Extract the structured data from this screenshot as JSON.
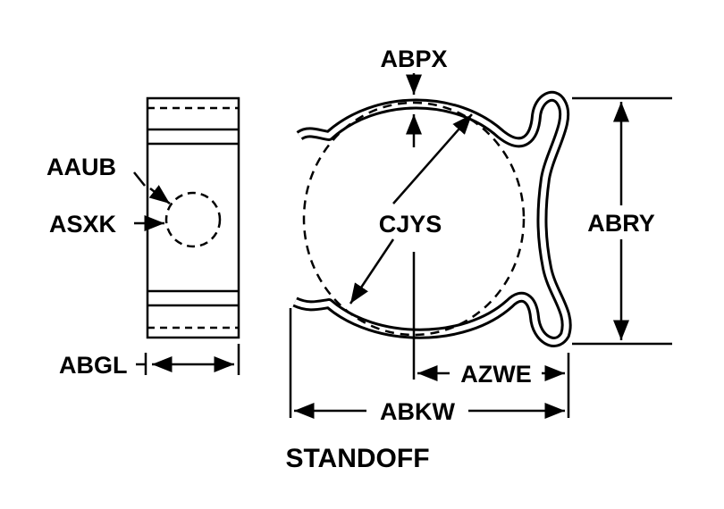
{
  "labels": {
    "abpx": "ABPX",
    "aaub": "AAUB",
    "asxk": "ASXK",
    "cjys": "CJYS",
    "abry": "ABRY",
    "abgl": "ABGL",
    "azwe": "AZWE",
    "abkw": "ABKW"
  },
  "title": "STANDOFF"
}
